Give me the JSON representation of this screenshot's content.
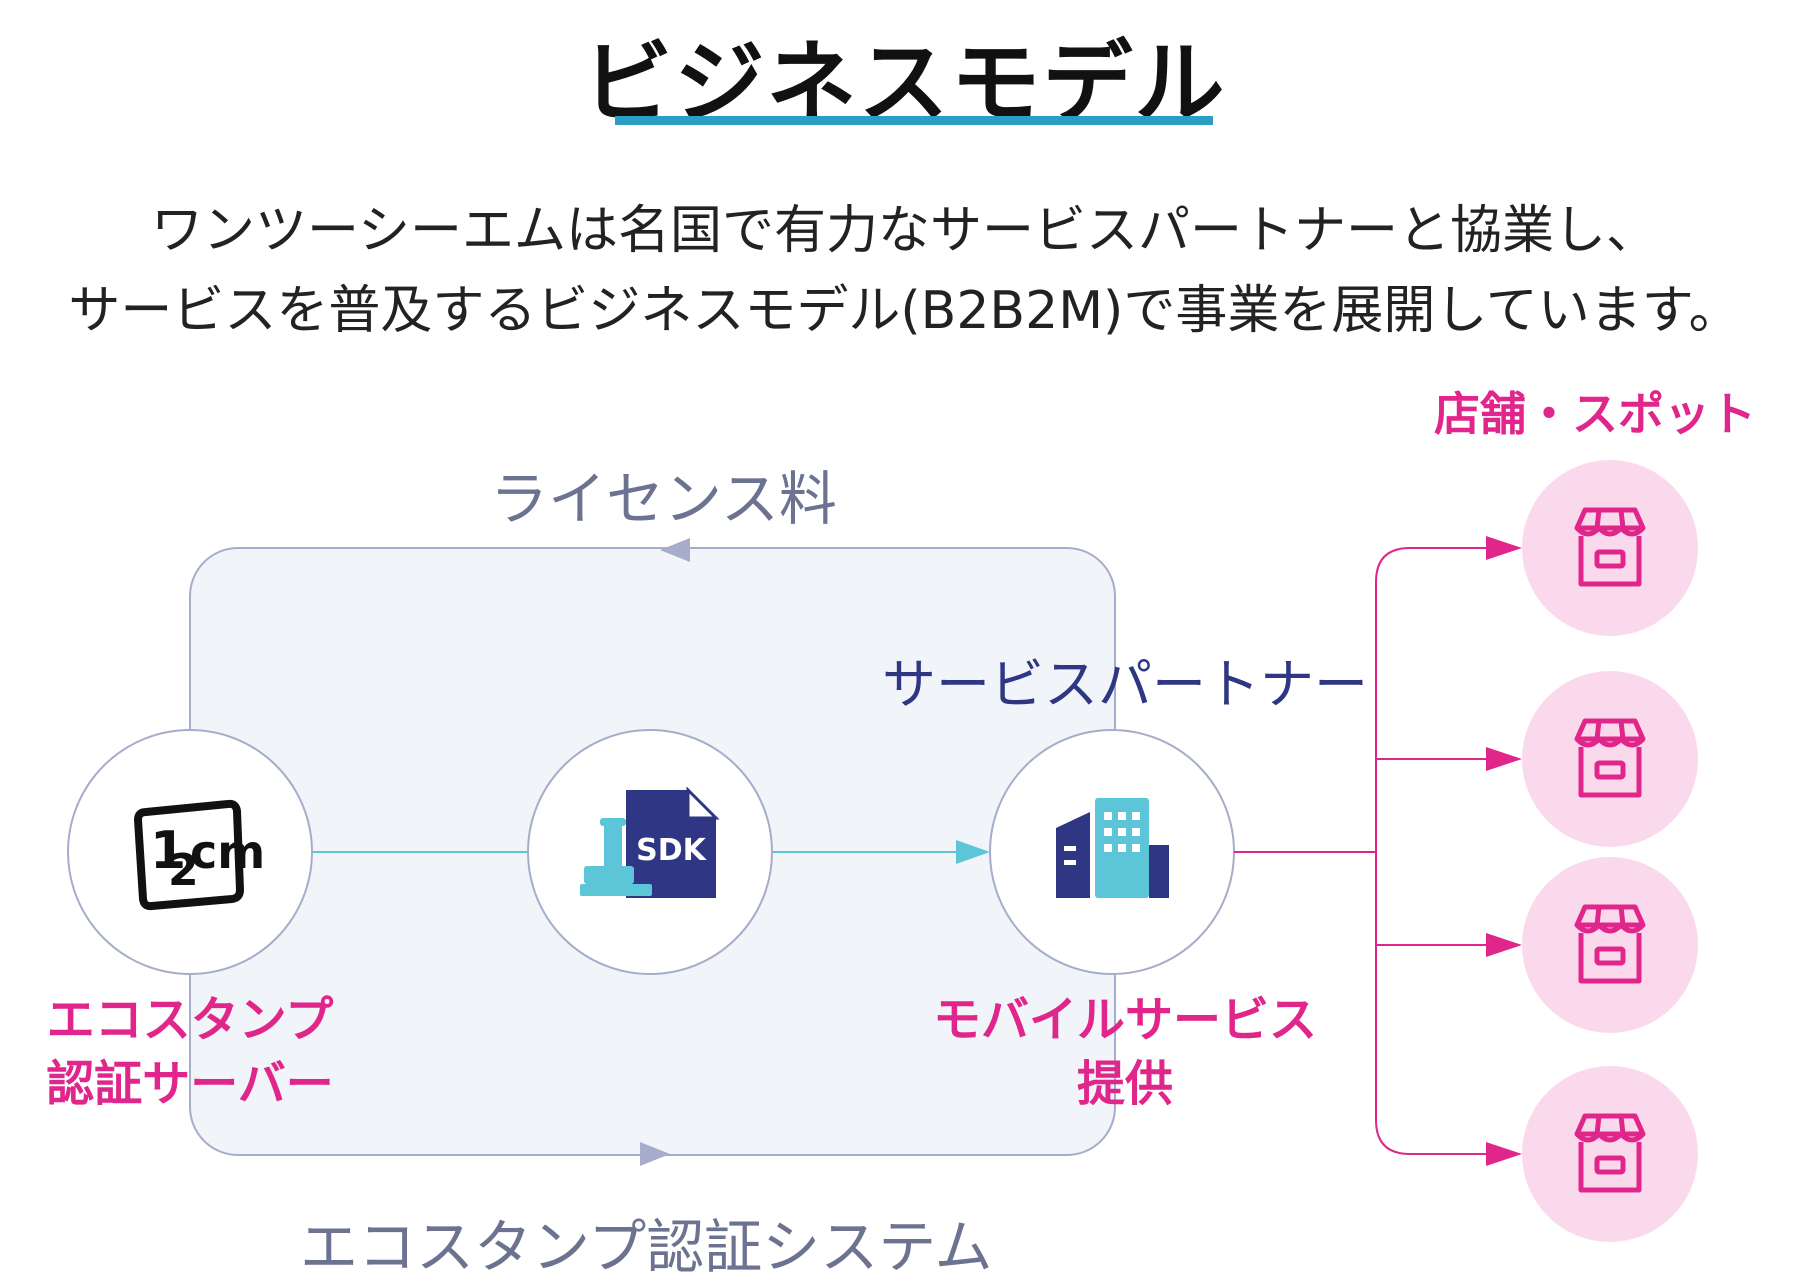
{
  "title": "ビジネスモデル",
  "description": {
    "line1": "ワンツーシーエムは名国で有力なサービスパートナーと協業し、",
    "line2": "サービスを普及するビジネスモデル(B2B2M)で事業を展開しています。"
  },
  "diagram": {
    "license_fee": "ライセンス料",
    "service_partner": "サービスパートナー",
    "stores_spots": "店舗・スポット",
    "ecostamp_system": "エコスタンプ認証システム",
    "server_label": {
      "line1": "エコスタンプ",
      "line2": "認証サーバー"
    },
    "mobile_label": {
      "line1": "モバイルサービス",
      "line2": "提供"
    },
    "logo_text": {
      "one": "1",
      "two": "2",
      "cm": "cm"
    },
    "sdk_text": "SDK",
    "store_count": 4
  },
  "colors": {
    "title_underline": "#2a9ec4",
    "pink": "#e0268a",
    "navy": "#2f3784",
    "gray_label": "#6c7390",
    "cyan": "#5cc6d8",
    "loop_fill": "#f1f4f9",
    "store_circle": "#fbd9ec"
  },
  "icons": [
    "logo-12cm-icon",
    "sdk-stamp-icon",
    "building-icon",
    "store-icon"
  ]
}
